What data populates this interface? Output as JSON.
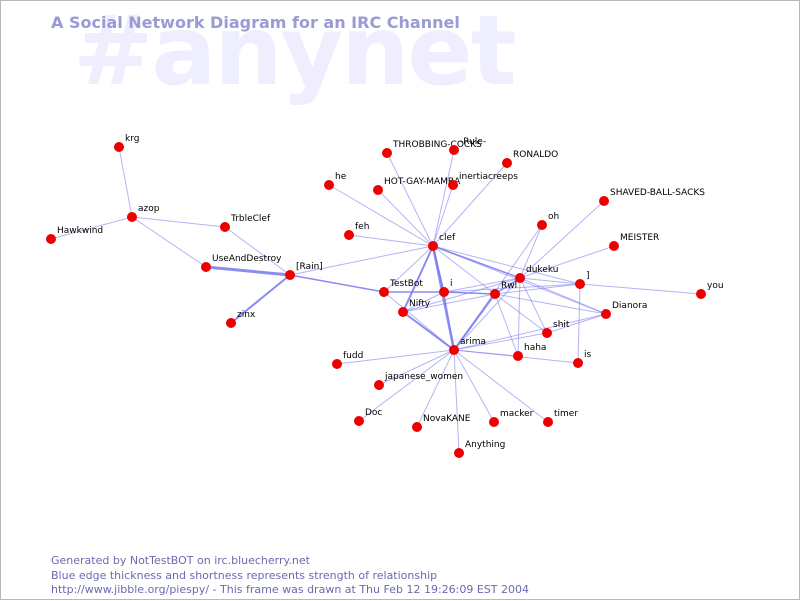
{
  "watermark": "#anynet",
  "title": "A Social Network Diagram for an IRC Channel",
  "footer": {
    "line1": "Generated by NotTestBOT on irc.bluecherry.net",
    "line2": "Blue edge thickness and shortness represents strength of relationship",
    "line3": "http://www.jibble.org/piespy/ - This frame was drawn at Thu Feb 12 19:26:09 EST 2004"
  },
  "colors": {
    "node": "#ee0000",
    "edge": "#7777ee",
    "title": "#9a9ad4",
    "watermark": "#eeeeff"
  },
  "nodes": [
    {
      "id": "krg",
      "label": "krg"
    },
    {
      "id": "azop",
      "label": "azop"
    },
    {
      "id": "hawkwind",
      "label": "Hawkwind"
    },
    {
      "id": "trbleclef",
      "label": "TrbleClef"
    },
    {
      "id": "useanddestroy",
      "label": "UseAndDestroy"
    },
    {
      "id": "rain",
      "label": "[Rain]"
    },
    {
      "id": "zinx",
      "label": "zinx"
    },
    {
      "id": "throbbing",
      "label": "THROBBING-COCKS"
    },
    {
      "id": "rule",
      "label": "-Rule-"
    },
    {
      "id": "ronaldo",
      "label": "RONALDO"
    },
    {
      "id": "he",
      "label": "he"
    },
    {
      "id": "hotgay",
      "label": "HOT-GAY-MAMBA"
    },
    {
      "id": "inertia",
      "label": "inertiacreeps"
    },
    {
      "id": "feh",
      "label": "feh"
    },
    {
      "id": "clef",
      "label": "clef"
    },
    {
      "id": "shaved",
      "label": "SHAVED-BALL-SACKS"
    },
    {
      "id": "oh",
      "label": "oh"
    },
    {
      "id": "meister",
      "label": "MEISTER"
    },
    {
      "id": "dukeku",
      "label": "dukeku"
    },
    {
      "id": "bracket",
      "label": "]"
    },
    {
      "id": "you",
      "label": "you"
    },
    {
      "id": "testbot",
      "label": "TestBot"
    },
    {
      "id": "i",
      "label": "i"
    },
    {
      "id": "rwl",
      "label": "Rwl"
    },
    {
      "id": "dianora",
      "label": "Dianora"
    },
    {
      "id": "nifty",
      "label": "Nifty"
    },
    {
      "id": "shit",
      "label": "shit"
    },
    {
      "id": "arima",
      "label": "arima"
    },
    {
      "id": "haha",
      "label": "haha"
    },
    {
      "id": "is",
      "label": "is"
    },
    {
      "id": "fudd",
      "label": "fudd"
    },
    {
      "id": "japanese",
      "label": "japanese_women"
    },
    {
      "id": "doc",
      "label": "Doc"
    },
    {
      "id": "novakane",
      "label": "NovaKANE"
    },
    {
      "id": "macker",
      "label": "macker"
    },
    {
      "id": "timer",
      "label": "timer"
    },
    {
      "id": "anything",
      "label": "Anything"
    }
  ],
  "edges": [
    {
      "source": "krg",
      "target": "azop",
      "weight": 1
    },
    {
      "source": "hawkwind",
      "target": "azop",
      "weight": 1
    },
    {
      "source": "azop",
      "target": "trbleclef",
      "weight": 1
    },
    {
      "source": "azop",
      "target": "useanddestroy",
      "weight": 1
    },
    {
      "source": "trbleclef",
      "target": "rain",
      "weight": 1
    },
    {
      "source": "useanddestroy",
      "target": "rain",
      "weight": 3
    },
    {
      "source": "zinx",
      "target": "rain",
      "weight": 2
    },
    {
      "source": "rain",
      "target": "clef",
      "weight": 1
    },
    {
      "source": "rain",
      "target": "testbot",
      "weight": 1.5
    },
    {
      "source": "throbbing",
      "target": "clef",
      "weight": 1
    },
    {
      "source": "rule",
      "target": "clef",
      "weight": 1
    },
    {
      "source": "ronaldo",
      "target": "clef",
      "weight": 1
    },
    {
      "source": "he",
      "target": "clef",
      "weight": 1
    },
    {
      "source": "hotgay",
      "target": "clef",
      "weight": 1
    },
    {
      "source": "inertia",
      "target": "clef",
      "weight": 1
    },
    {
      "source": "feh",
      "target": "clef",
      "weight": 1
    },
    {
      "source": "clef",
      "target": "dukeku",
      "weight": 1.5
    },
    {
      "source": "clef",
      "target": "rwl",
      "weight": 1
    },
    {
      "source": "clef",
      "target": "bracket",
      "weight": 1
    },
    {
      "source": "clef",
      "target": "dianora",
      "weight": 1
    },
    {
      "source": "clef",
      "target": "nifty",
      "weight": 2
    },
    {
      "source": "clef",
      "target": "i",
      "weight": 1.5
    },
    {
      "source": "clef",
      "target": "arima",
      "weight": 2.5
    },
    {
      "source": "clef",
      "target": "testbot",
      "weight": 1
    },
    {
      "source": "shaved",
      "target": "dukeku",
      "weight": 1
    },
    {
      "source": "oh",
      "target": "dukeku",
      "weight": 1
    },
    {
      "source": "oh",
      "target": "arima",
      "weight": 1
    },
    {
      "source": "meister",
      "target": "dukeku",
      "weight": 1
    },
    {
      "source": "dukeku",
      "target": "bracket",
      "weight": 1
    },
    {
      "source": "dukeku",
      "target": "rwl",
      "weight": 1.5
    },
    {
      "source": "dukeku",
      "target": "i",
      "weight": 1
    },
    {
      "source": "dukeku",
      "target": "arima",
      "weight": 1
    },
    {
      "source": "dukeku",
      "target": "haha",
      "weight": 1
    },
    {
      "source": "dukeku",
      "target": "shit",
      "weight": 1
    },
    {
      "source": "dukeku",
      "target": "dianora",
      "weight": 1
    },
    {
      "source": "dukeku",
      "target": "nifty",
      "weight": 1
    },
    {
      "source": "bracket",
      "target": "you",
      "weight": 1
    },
    {
      "source": "bracket",
      "target": "is",
      "weight": 1
    },
    {
      "source": "bracket",
      "target": "i",
      "weight": 1
    },
    {
      "source": "testbot",
      "target": "i",
      "weight": 1.5
    },
    {
      "source": "i",
      "target": "rwl",
      "weight": 1.5
    },
    {
      "source": "i",
      "target": "nifty",
      "weight": 1
    },
    {
      "source": "i",
      "target": "arima",
      "weight": 1
    },
    {
      "source": "rwl",
      "target": "arima",
      "weight": 2
    },
    {
      "source": "rwl",
      "target": "nifty",
      "weight": 1
    },
    {
      "source": "rwl",
      "target": "shit",
      "weight": 1
    },
    {
      "source": "rwl",
      "target": "haha",
      "weight": 1
    },
    {
      "source": "rwl",
      "target": "dianora",
      "weight": 1
    },
    {
      "source": "rwl",
      "target": "bracket",
      "weight": 1
    },
    {
      "source": "nifty",
      "target": "arima",
      "weight": 2
    },
    {
      "source": "dianora",
      "target": "arima",
      "weight": 1
    },
    {
      "source": "dianora",
      "target": "shit",
      "weight": 1
    },
    {
      "source": "shit",
      "target": "arima",
      "weight": 1
    },
    {
      "source": "haha",
      "target": "arima",
      "weight": 1
    },
    {
      "source": "is",
      "target": "arima",
      "weight": 1
    },
    {
      "source": "fudd",
      "target": "arima",
      "weight": 1
    },
    {
      "source": "japanese",
      "target": "arima",
      "weight": 1
    },
    {
      "source": "doc",
      "target": "arima",
      "weight": 1
    },
    {
      "source": "novakane",
      "target": "arima",
      "weight": 1
    },
    {
      "source": "macker",
      "target": "arima",
      "weight": 1
    },
    {
      "source": "timer",
      "target": "arima",
      "weight": 1
    },
    {
      "source": "anything",
      "target": "arima",
      "weight": 1
    },
    {
      "source": "testbot",
      "target": "arima",
      "weight": 1
    }
  ]
}
